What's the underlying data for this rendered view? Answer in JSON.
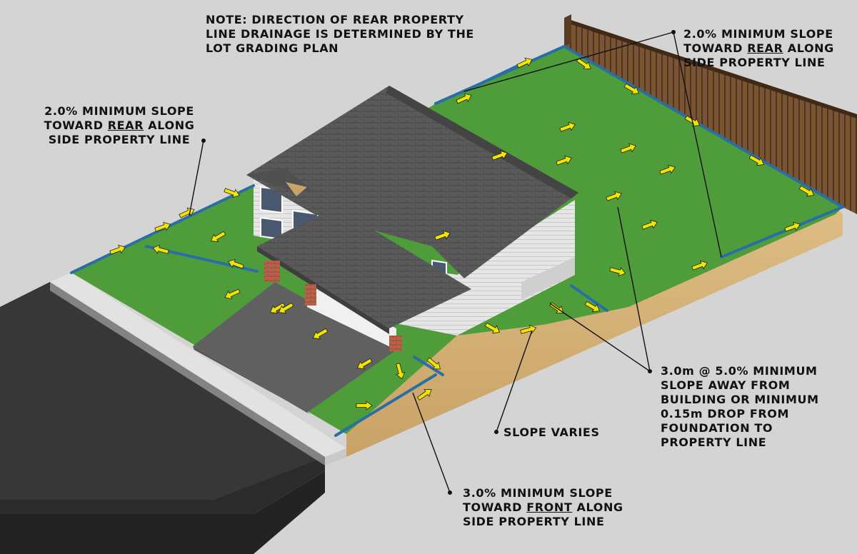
{
  "colors": {
    "background": "#d4d4d4",
    "lawn": "#4f9d3a",
    "roof": "#595959",
    "siding": "#e8e8e8",
    "driveway": "#5e5e5e",
    "road": "#3c3c3c",
    "soil": "#d7b57a",
    "swale": "#2a6fa4",
    "flow_arrow": "#f2e600",
    "fence": "#6b4a2b"
  },
  "icons": [
    "drainage-arrow-icon",
    "leader-dot-icon"
  ],
  "annotations": {
    "note": {
      "line1": "NOTE: DIRECTION OF REAR PROPERTY",
      "line2": "LINE DRAINAGE IS DETERMINED BY THE",
      "line3": "LOT GRADING PLAN"
    },
    "rear_right": {
      "line1": "2.0% MINIMUM SLOPE",
      "line2_pre": "TOWARD ",
      "line2_u": "REAR",
      "line2_post": " ALONG",
      "line3": "SIDE PROPERTY LINE"
    },
    "rear_left": {
      "line1": "2.0% MINIMUM SLOPE",
      "line2_pre": "TOWARD ",
      "line2_u": "REAR",
      "line2_post": " ALONG",
      "line3": "SIDE PROPERTY LINE"
    },
    "building": {
      "line1": "3.0m @ 5.0% MINIMUM",
      "line2": "SLOPE AWAY FROM",
      "line3": "BUILDING OR MINIMUM",
      "line4": "0.15m DROP FROM",
      "line5": "FOUNDATION TO",
      "line6": "PROPERTY LINE"
    },
    "slope_varies": "SLOPE VARIES",
    "front": {
      "line1": "3.0% MINIMUM SLOPE",
      "line2_pre": "TOWARD ",
      "line2_u": "FRONT",
      "line2_post": " ALONG",
      "line3": "SIDE PROPERTY LINE"
    }
  }
}
